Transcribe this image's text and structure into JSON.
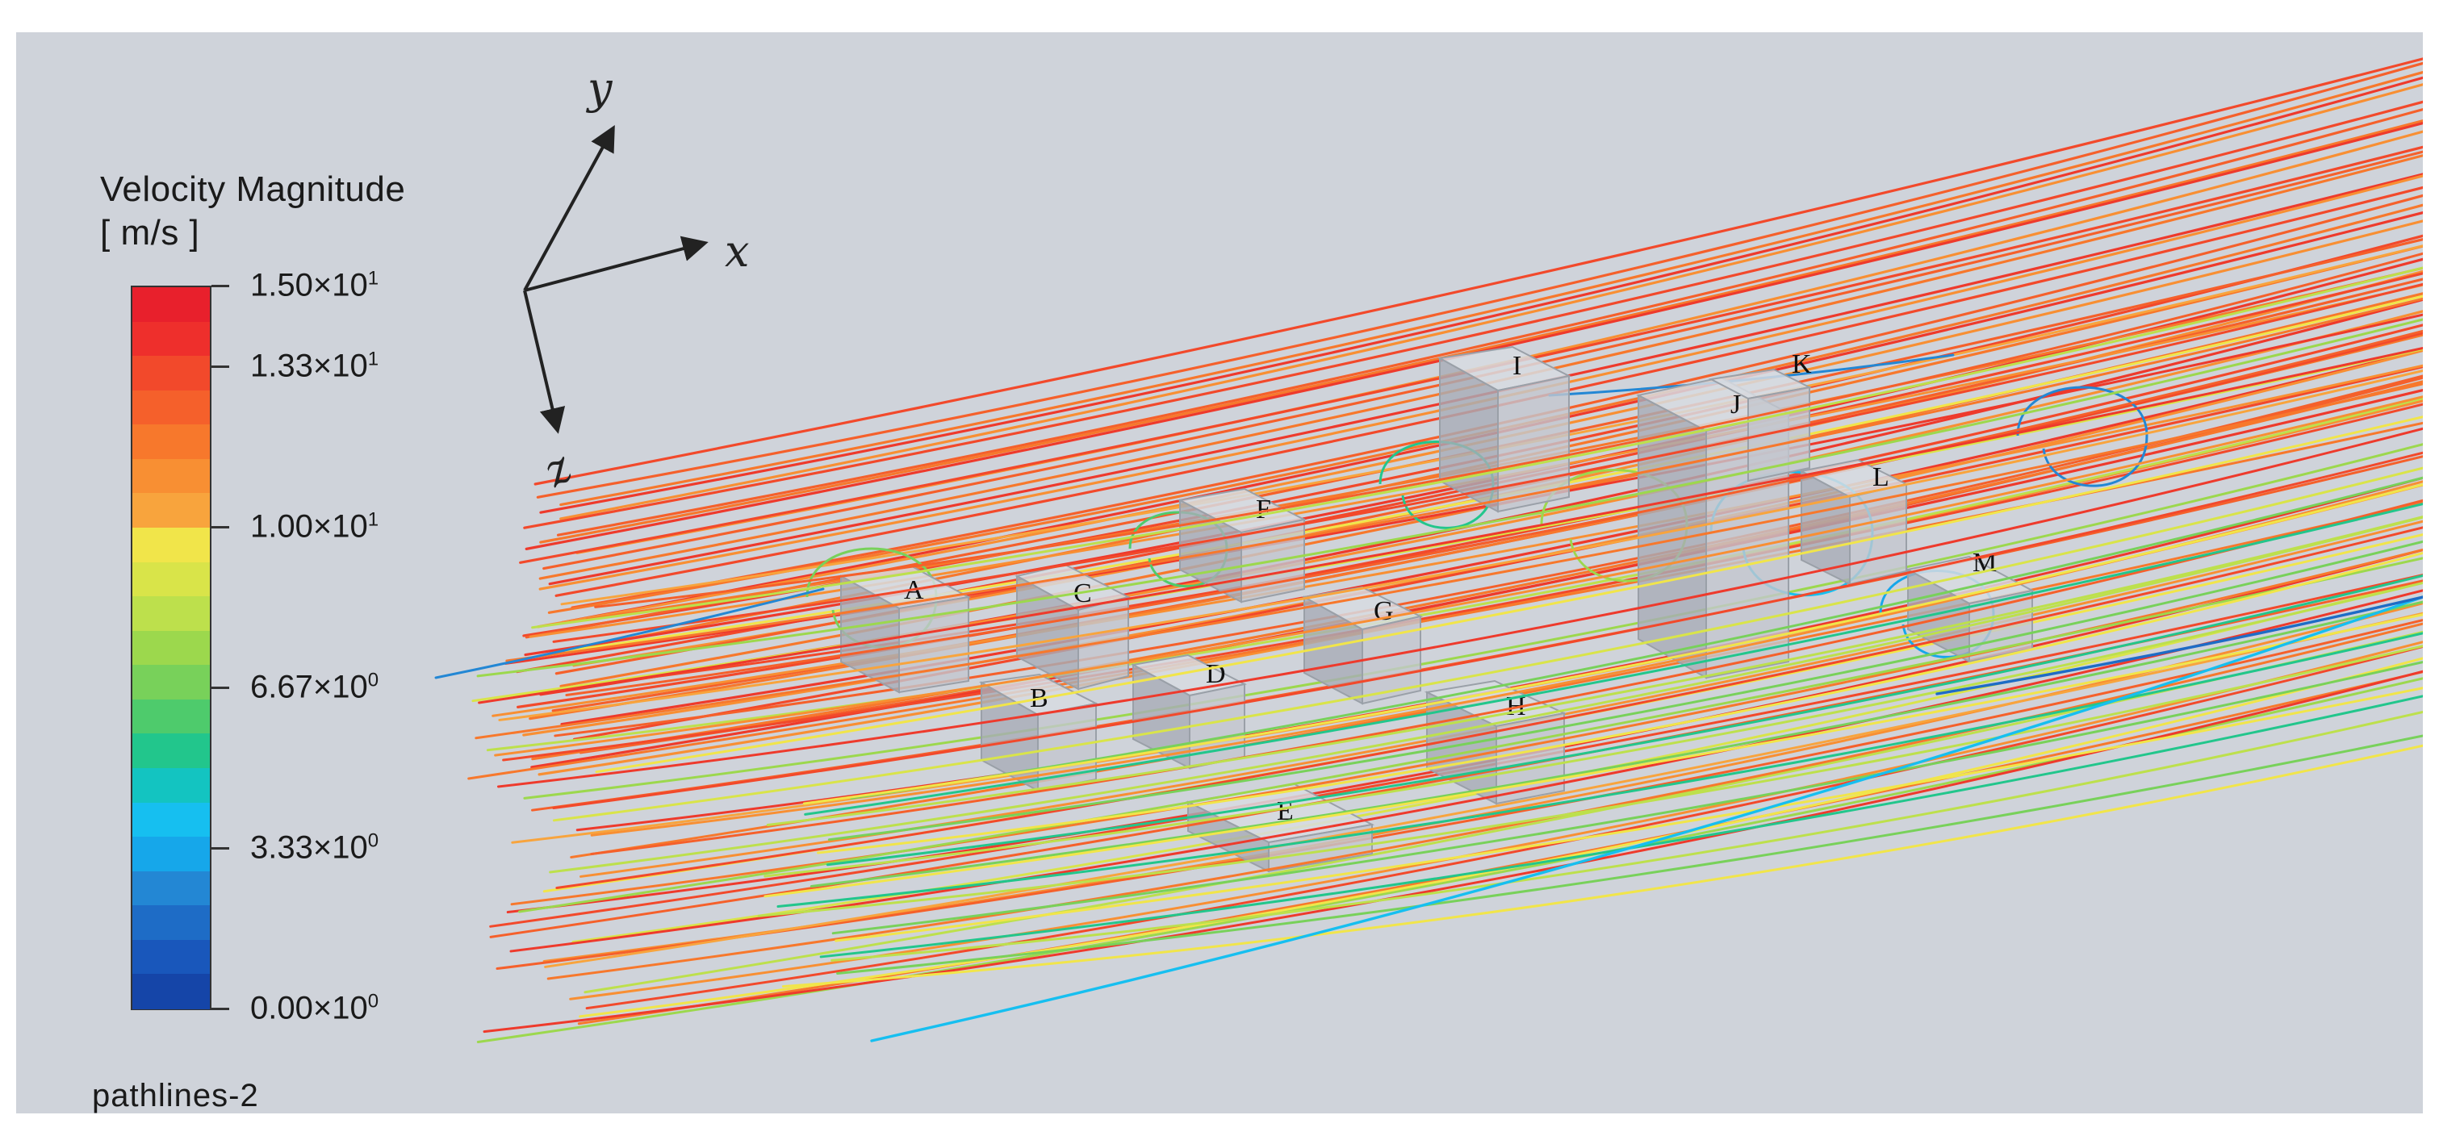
{
  "legend": {
    "title": "Velocity Magnitude",
    "units": "[ m/s ]",
    "ticks": [
      {
        "mantissa": "1.50",
        "exponent": "1",
        "value": 15.0
      },
      {
        "mantissa": "1.33",
        "exponent": "1",
        "value": 13.33
      },
      {
        "mantissa": "1.00",
        "exponent": "1",
        "value": 10.0
      },
      {
        "mantissa": "6.67",
        "exponent": "0",
        "value": 6.67
      },
      {
        "mantissa": "3.33",
        "exponent": "0",
        "value": 3.33
      },
      {
        "mantissa": "0.00",
        "exponent": "0",
        "value": 0.0
      }
    ],
    "range": [
      0,
      15
    ],
    "band_colors": [
      "#e8202c",
      "#ee2f2c",
      "#f2492b",
      "#f5602b",
      "#f7782c",
      "#f88f33",
      "#f8a43d",
      "#f1e54a",
      "#d9e449",
      "#bde04c",
      "#9cd84d",
      "#78d15a",
      "#4ecb6c",
      "#22c68c",
      "#13c4c1",
      "#16bff0",
      "#16a7ea",
      "#2387d4",
      "#1e6cc6",
      "#1957bb",
      "#1545a8"
    ]
  },
  "plot_name": "pathlines-2",
  "axes": {
    "x": "x",
    "y": "y",
    "z": "z"
  },
  "buildings": [
    "A",
    "B",
    "C",
    "D",
    "E",
    "F",
    "G",
    "H",
    "I",
    "J",
    "K",
    "L",
    "M"
  ]
}
